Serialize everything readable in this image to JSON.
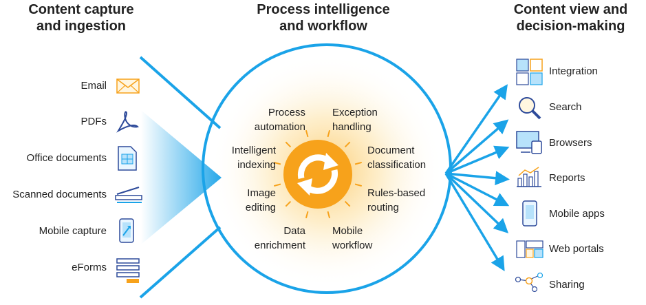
{
  "columns": {
    "left_title": "Content capture\nand ingestion",
    "center_title": "Process intelligence\nand workflow",
    "right_title": "Content view and\ndecision-making"
  },
  "inputs": [
    {
      "label": "Email",
      "icon": "envelope-icon"
    },
    {
      "label": "PDFs",
      "icon": "pdf-icon"
    },
    {
      "label": "Office documents",
      "icon": "document-icon"
    },
    {
      "label": "Scanned documents",
      "icon": "scanner-icon"
    },
    {
      "label": "Mobile capture",
      "icon": "phone-capture-icon"
    },
    {
      "label": "eForms",
      "icon": "form-icon"
    }
  ],
  "processes": [
    {
      "label": "Process\nautomation"
    },
    {
      "label": "Exception\nhandling"
    },
    {
      "label": "Intelligent\nindexing"
    },
    {
      "label": "Document\nclassification"
    },
    {
      "label": "Image\nediting"
    },
    {
      "label": "Rules-based\nrouting"
    },
    {
      "label": "Data\nenrichment"
    },
    {
      "label": "Mobile\nworkflow"
    }
  ],
  "outputs": [
    {
      "label": "Integration",
      "icon": "puzzle-icon"
    },
    {
      "label": "Search",
      "icon": "magnifier-icon"
    },
    {
      "label": "Browsers",
      "icon": "monitor-icon"
    },
    {
      "label": "Reports",
      "icon": "chart-icon"
    },
    {
      "label": "Mobile apps",
      "icon": "mobile-icon"
    },
    {
      "label": "Web portals",
      "icon": "portal-icon"
    },
    {
      "label": "Sharing",
      "icon": "share-icon"
    }
  ],
  "colors": {
    "blue": "#1aa3e8",
    "orange": "#f7a21b",
    "orange_glow": "#fde6b3",
    "navy": "#2d4a9a",
    "text": "#222222"
  }
}
